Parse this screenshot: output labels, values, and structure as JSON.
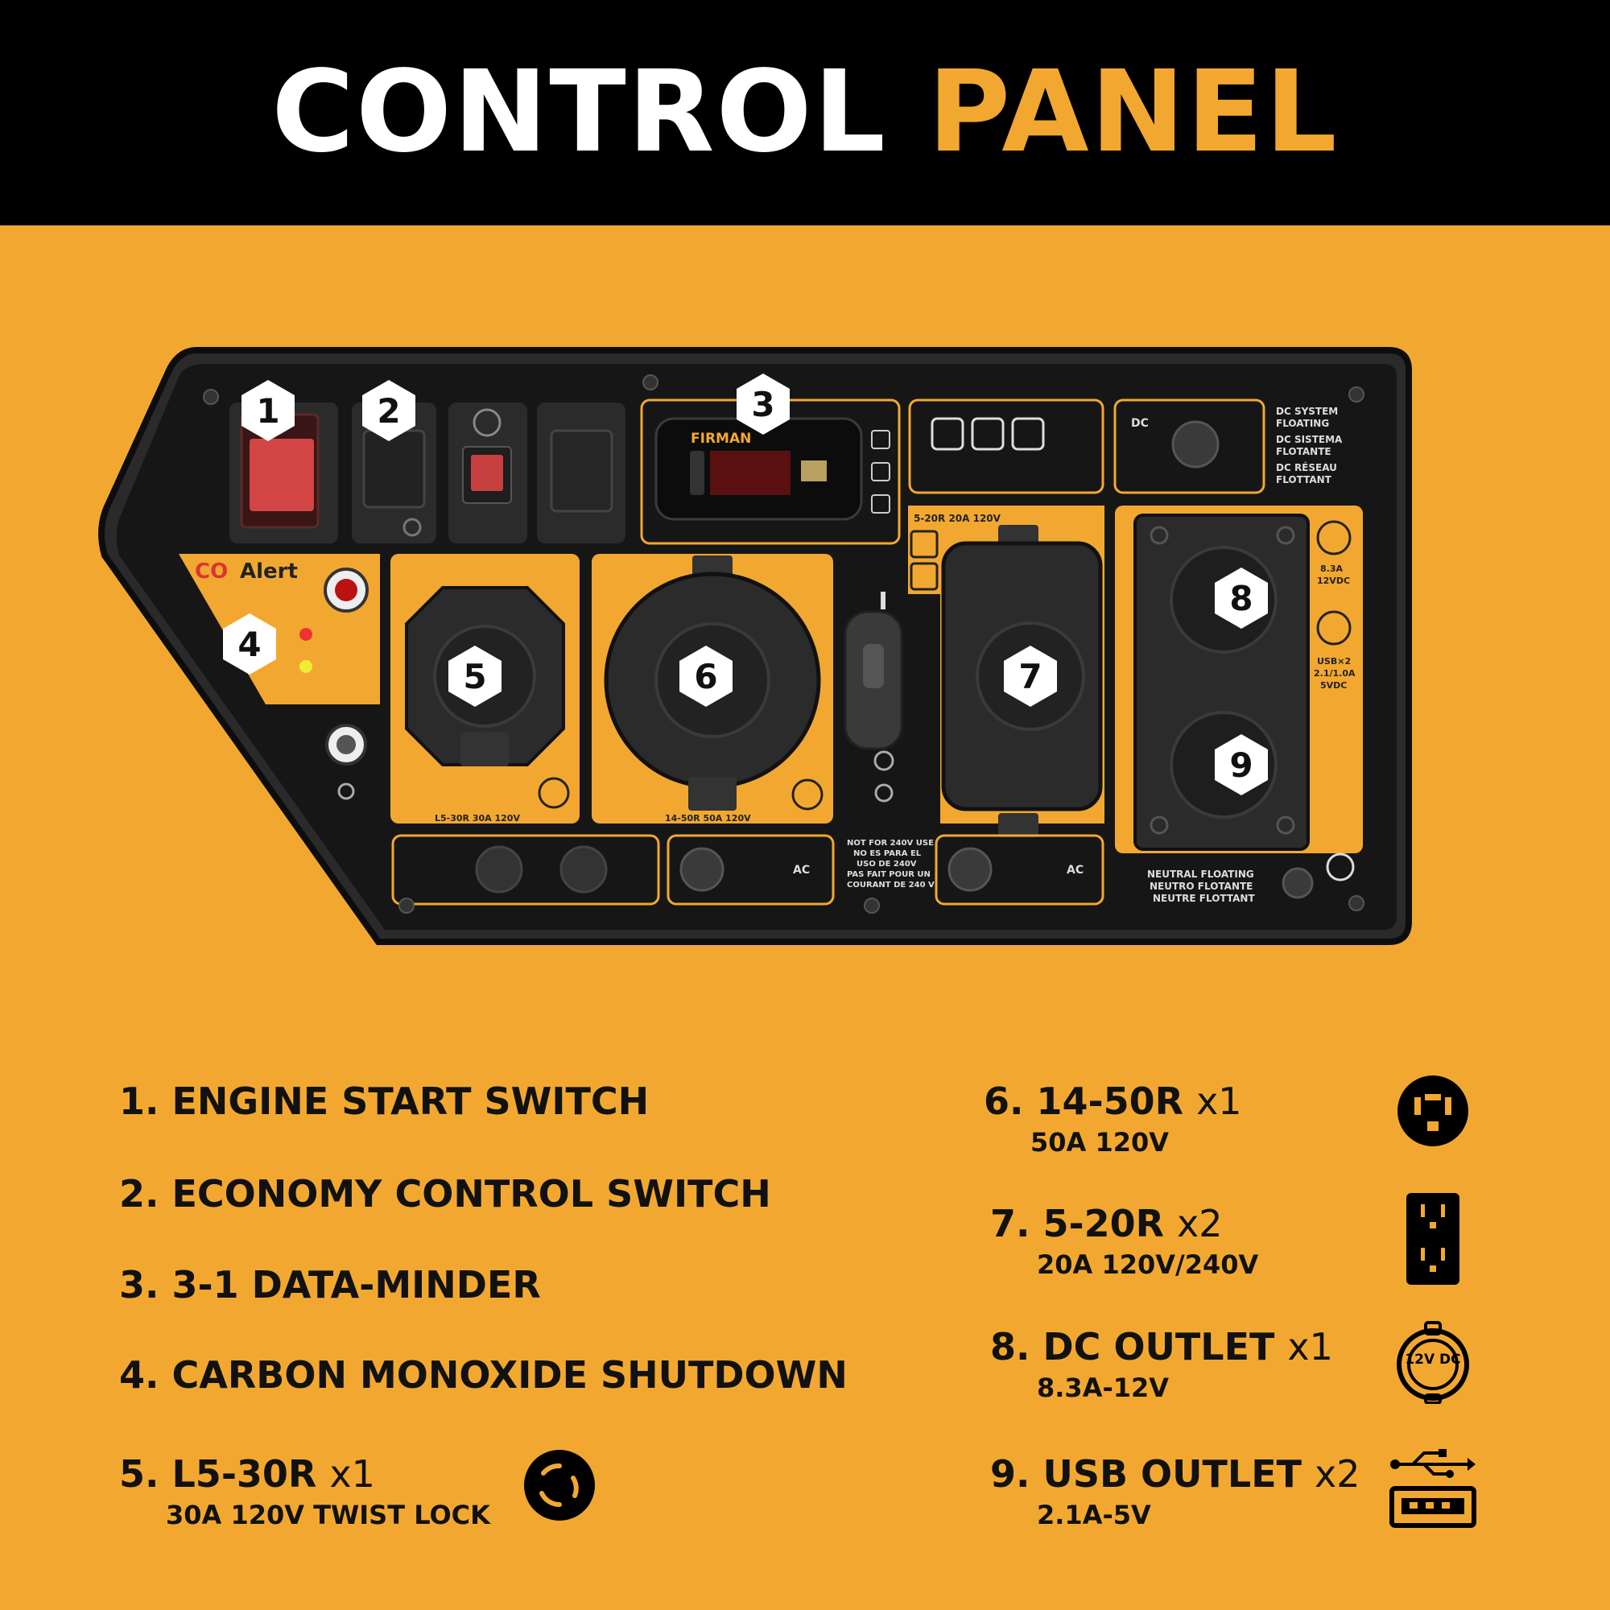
{
  "header": {
    "title_white": "CONTROL",
    "title_orange": "PANEL"
  },
  "colors": {
    "accent": "#F2A830",
    "panel": "#1A1A1A",
    "black": "#000000",
    "red": "#E34A4A"
  },
  "panel": {
    "markers": [
      "1",
      "2",
      "3",
      "4",
      "5",
      "6",
      "7",
      "8",
      "9"
    ],
    "co_alert": {
      "co": "CO",
      "alert": "Alert"
    },
    "display_brand": "FIRMAN",
    "receptacle_labels": {
      "l5_30": "L5-30R 30A 120V",
      "l14_50": "14-50R 50A 120V",
      "r5_20": "5-20R 20A 120V"
    },
    "dc_label": "DC",
    "ac_label_1": "AC",
    "ac_label_2": "AC",
    "dc_system": [
      "DC SYSTEM",
      "FLOATING",
      "DC SISTEMA",
      "FLOTANTE",
      "DC RÉSEAU",
      "FLOTTANT"
    ],
    "dc_rating": [
      "8.3A",
      "12VDC"
    ],
    "usb_rating": [
      "USB×2",
      "2.1/1.0A",
      "5VDC"
    ],
    "neutral": [
      "NEUTRAL FLOATING",
      "NEUTRO FLOTANTE",
      "NEUTRE FLOTTANT"
    ],
    "not_240": [
      "NOT FOR 240V USE",
      "NO ES PARA EL",
      "USO DE 240V",
      "PAS FAIT POUR UN",
      "COURANT DE 240 V"
    ]
  },
  "legend": {
    "left": [
      {
        "main": "1. ENGINE START SWITCH"
      },
      {
        "main": "2. ECONOMY CONTROL SWITCH"
      },
      {
        "main": "3. 3-1 DATA-MINDER"
      },
      {
        "main": "4. CARBON MONOXIDE SHUTDOWN"
      },
      {
        "main": "5. L5-30R",
        "qty": "x1",
        "sub": "30A 120V TWIST LOCK",
        "icon": "twist-lock-outlet-icon"
      }
    ],
    "right": [
      {
        "main": "6. 14-50R",
        "qty": "x1",
        "sub": "50A 120V",
        "icon": "14-50-outlet-icon"
      },
      {
        "main": "7. 5-20R",
        "qty": "x2",
        "sub": "20A 120V/240V",
        "icon": "duplex-outlet-icon"
      },
      {
        "main": "8. DC OUTLET",
        "qty": "x1",
        "sub": "8.3A-12V",
        "icon": "12v-dc-socket-icon",
        "icon_text": "12V DC"
      },
      {
        "main": "9. USB OUTLET",
        "qty": "x2",
        "sub": "2.1A-5V",
        "icon": "usb-icon"
      }
    ]
  }
}
